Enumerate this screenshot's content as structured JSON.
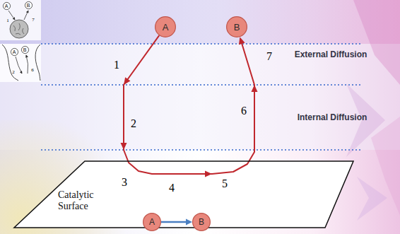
{
  "diagram": {
    "nodes": [
      {
        "text": [
          "A"
        ]
      },
      {
        "text": [
          "B"
        ]
      },
      {
        "text": [
          "A"
        ]
      },
      {
        "text": [
          "B"
        ]
      },
      {
        "text": [
          "A"
        ]
      },
      {
        "text": [
          "B"
        ]
      },
      {
        "text": [
          "Catalytic Surface"
        ]
      },
      {
        "text": [
          "A"
        ],
        "in": 6
      },
      {
        "text": [
          "B"
        ],
        "in": 6
      }
    ],
    "edges": [
      {
        "from": 2,
        "to": 3,
        "arrow": "to"
      },
      {
        "from": 7,
        "to": 8,
        "arrow": "to"
      }
    ],
    "labels": [
      "1",
      "7",
      "1",
      "7",
      "External Diffusion",
      "2",
      "6",
      "2",
      "6",
      "Internal Diffusion",
      "3",
      "4",
      "5"
    ]
  }
}
